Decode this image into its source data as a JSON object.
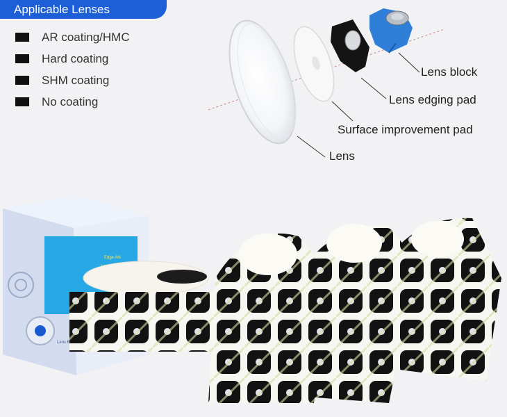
{
  "header": {
    "title": "Applicable Lenses"
  },
  "coatings": [
    {
      "label": "AR coating/HMC"
    },
    {
      "label": "Hard coating"
    },
    {
      "label": "SHM coating"
    },
    {
      "label": "No coating"
    }
  ],
  "diagram": {
    "labels": {
      "lens_block": "Lens block",
      "lens_edging_pad": "Lens edging pad",
      "surface_improvement_pad": "Surface improvement pad",
      "lens": "Lens"
    }
  },
  "product": {
    "box_text_1": "Edge AN",
    "box_text_2": "Lens Edging Pads",
    "box_bottom_text": "Lens Edging"
  },
  "colors": {
    "accent_blue": "#1d5fd6",
    "pad_black": "#111111",
    "block_blue": "#2f7fd8"
  }
}
